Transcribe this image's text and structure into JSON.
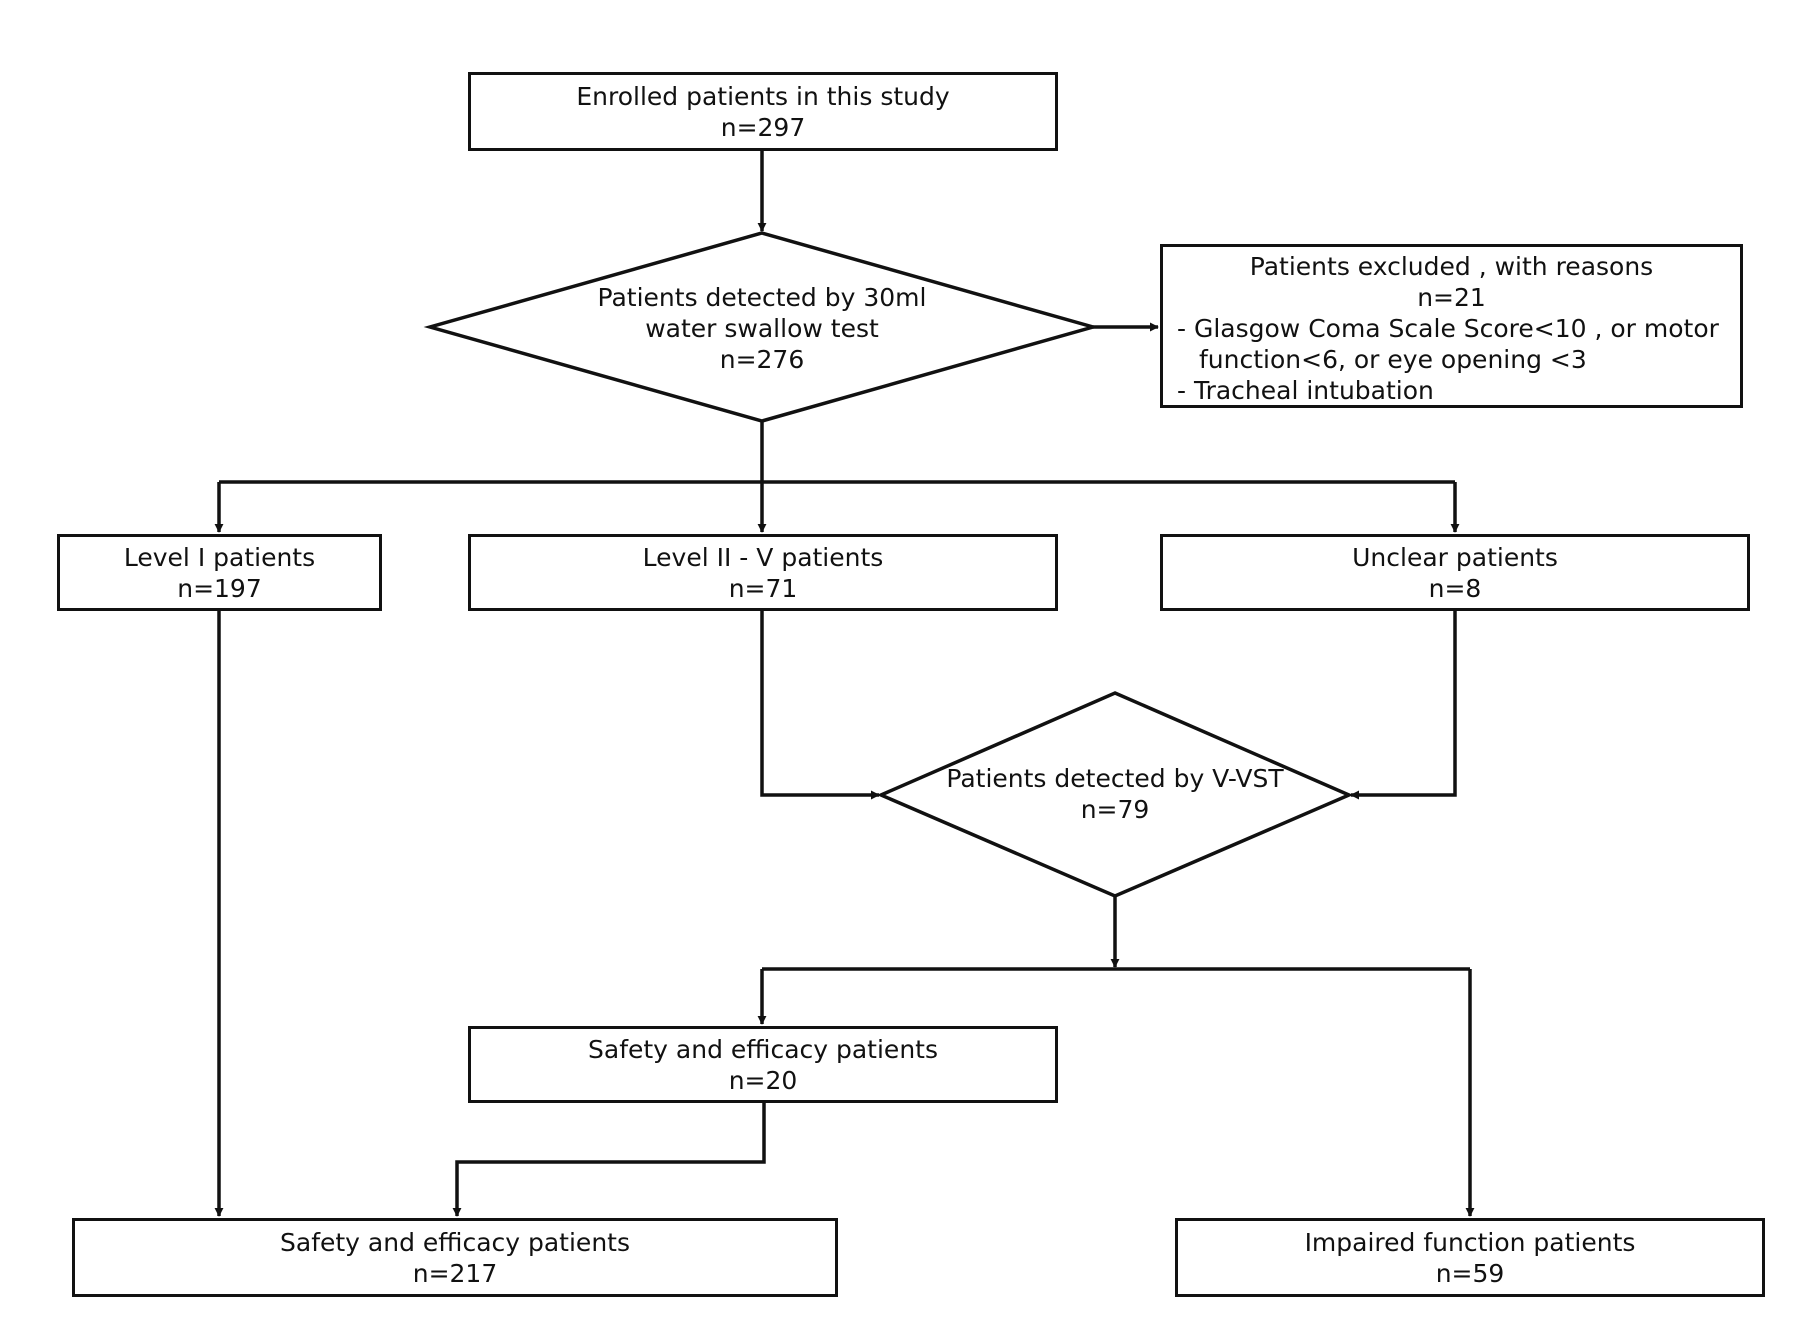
{
  "nodes": {
    "enrolled": {
      "title": "Enrolled patients in this study",
      "count": "n=297"
    },
    "detected_wst": {
      "line1": "Patients detected by 30ml",
      "line2": "water swallow test",
      "count": "n=276"
    },
    "excluded": {
      "title": "Patients excluded , with reasons",
      "count": "n=21",
      "reasons": [
        "- Glasgow Coma Scale Score<10 , or motor",
        "function<6, or eye opening <3",
        "- Tracheal intubation"
      ]
    },
    "level_i": {
      "title": "Level I patients",
      "count": "n=197"
    },
    "level_ii_v": {
      "title": "Level II - V patients",
      "count": "n=71"
    },
    "unclear": {
      "title": "Unclear patients",
      "count": "n=8"
    },
    "detected_vvst": {
      "title": "Patients detected by V-VST",
      "count": "n=79"
    },
    "safe_eff_20": {
      "title": "Safety and efficacy patients",
      "count": "n=20"
    },
    "safe_eff_217": {
      "title": "Safety and efficacy patients",
      "count": "n=217"
    },
    "impaired": {
      "title": "Impaired function patients",
      "count": "n=59"
    }
  }
}
